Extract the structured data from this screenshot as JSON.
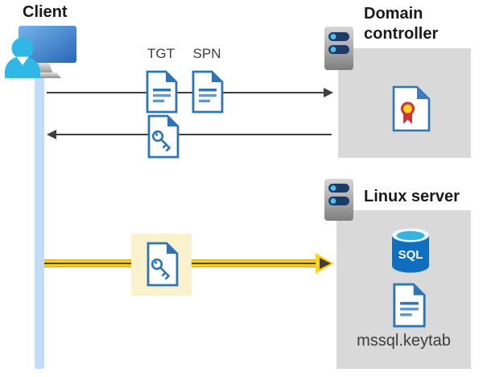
{
  "labels": {
    "client": "Client",
    "domain_controller": "Domain controller",
    "linux_server": "Linux server",
    "tgt": "TGT",
    "spn": "SPN",
    "sql": "SQL",
    "keytab_file": "mssql.keytab"
  },
  "icons": {
    "client": [
      "user-icon",
      "monitor-icon"
    ],
    "domain_controller": [
      "server-icon",
      "certificate-document-icon"
    ],
    "linux_server": [
      "server-icon",
      "sql-database-icon",
      "keytab-document-icon"
    ],
    "exchange_row_1": [
      "tgt-document-icon",
      "spn-document-icon"
    ],
    "exchange_row_2": [
      "key-document-icon"
    ],
    "highlighted_exchange": [
      "key-document-icon"
    ]
  },
  "arrows": [
    {
      "name": "client-to-domain-controller",
      "direction": "right",
      "style": "thin-gray",
      "carries": [
        "TGT",
        "SPN"
      ]
    },
    {
      "name": "domain-controller-to-client",
      "direction": "left",
      "style": "thin-gray",
      "carries": [
        "key-ticket"
      ]
    },
    {
      "name": "client-to-linux-server",
      "direction": "right",
      "style": "yellow-highlight",
      "carries": [
        "key-ticket"
      ]
    }
  ],
  "colors": {
    "document_blue": "#2e75b6",
    "document_line_light": "#5b9bd5",
    "panel_gray": "#d9d9d9",
    "client_bar_blue": "#c3dcf9",
    "highlight_yellow": "#ffd41c",
    "highlight_panel_yellow": "#faf2cc",
    "arrow_gray": "#3f3f3f",
    "sql_blue": "#106ebe",
    "sql_top_cyan": "#35b4e0",
    "certificate_red": "#d13438",
    "certificate_gold": "#ffd21f",
    "server_pill_navy": "#1e3a69",
    "server_dot_cyan": "#4cc2ec"
  }
}
